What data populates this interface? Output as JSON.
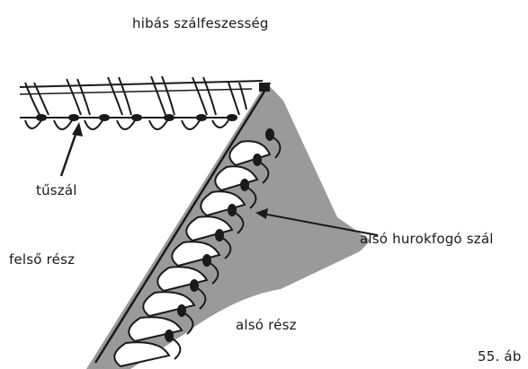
{
  "labels": {
    "title": "hibás szálfeszesség",
    "needle_thread": "tűszál",
    "lower_looper_thread": "alsó hurokfogó szál",
    "upper_part": "felső rész",
    "lower_part": "alsó rész",
    "figure_caption": "55. áb"
  },
  "colors": {
    "fabric": "#9a9a9a",
    "ink": "#1a1a1a",
    "thread": "#ffffff"
  }
}
